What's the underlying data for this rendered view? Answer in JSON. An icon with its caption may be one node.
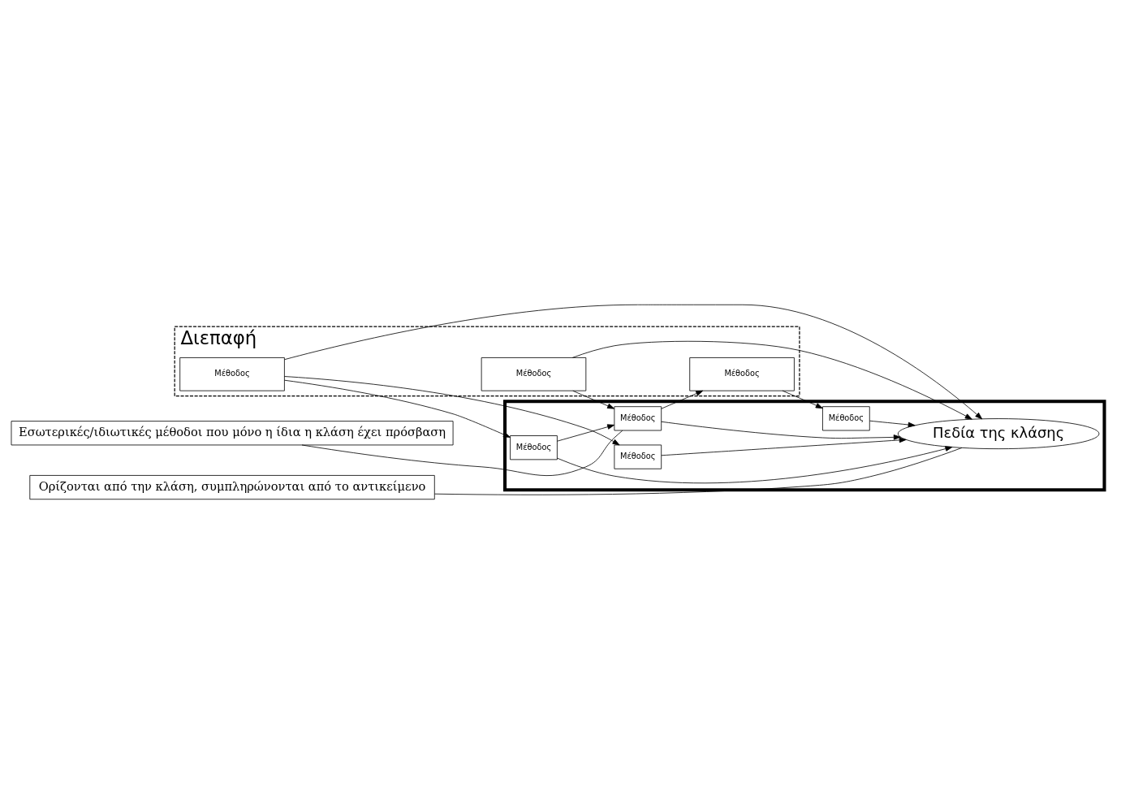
{
  "diagram": {
    "nodes": [
      {
        "text": [
          "Διεπαφή"
        ]
      },
      {
        "text": [],
        "shape": "box"
      },
      {
        "text": [
          "Μέθοδος"
        ],
        "in": 0
      },
      {
        "text": [
          "Μέθοδος"
        ],
        "in": 0
      },
      {
        "text": [
          "Μέθοδος"
        ],
        "in": 0
      },
      {
        "text": [
          "Μέθοδος"
        ],
        "in": 1
      },
      {
        "text": [
          "Μέθοδος"
        ],
        "in": 1
      },
      {
        "text": [
          "Μέθοδος"
        ],
        "in": 1
      },
      {
        "text": [
          "Μέθοδος"
        ],
        "in": 1
      },
      {
        "text": [
          "Πεδία της κλάσης"
        ],
        "in": 1
      },
      {
        "text": [
          "Εσωτερικές/ιδιωτικές μέθοδοι που μόνο η ίδια η κλάση έχει πρόσβαση"
        ]
      },
      {
        "text": [
          "Ορίζονται από την κλάση, συμπληρώνονται από το αντικείμενο"
        ]
      }
    ],
    "edges": [
      {
        "from": 2,
        "to": 5,
        "arrow": "to"
      },
      {
        "from": 6,
        "to": 2,
        "arrow": "to"
      },
      {
        "from": 3,
        "to": 6,
        "arrow": "to"
      },
      {
        "from": 3,
        "to": 9,
        "arrow": "to"
      },
      {
        "from": 4,
        "to": 7,
        "arrow": "to"
      },
      {
        "from": 4,
        "to": 9,
        "arrow": "to"
      },
      {
        "from": 4,
        "to": 8,
        "arrow": "to"
      },
      {
        "from": 5,
        "to": 9,
        "arrow": "to"
      },
      {
        "from": 6,
        "to": 9,
        "arrow": "to"
      },
      {
        "from": 7,
        "to": 9,
        "arrow": "to"
      },
      {
        "from": 8,
        "to": 9,
        "arrow": "to"
      },
      {
        "from": 7,
        "to": 6,
        "arrow": "to"
      },
      {
        "from": 10,
        "to": 6,
        "arrow": "none"
      },
      {
        "from": 11,
        "to": 9,
        "arrow": "none"
      }
    ]
  }
}
